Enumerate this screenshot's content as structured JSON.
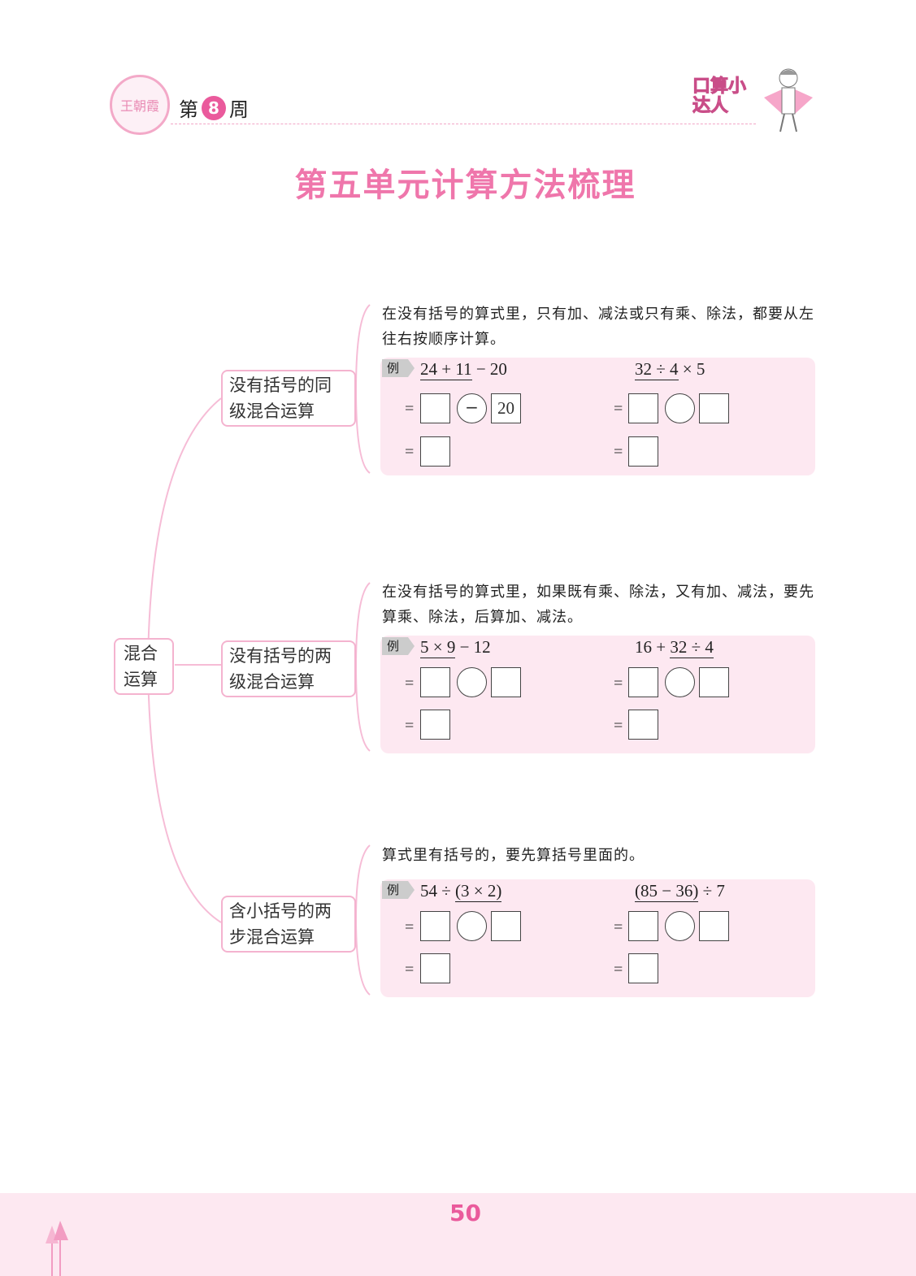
{
  "header": {
    "logo_text": "王朝霞",
    "week_prefix": "第",
    "week_number": "8",
    "week_suffix": "周",
    "brand": "口算小达人"
  },
  "title": "第五单元计算方法梳理",
  "root": "混合运算",
  "branches": [
    {
      "node": "没有括号的同级混合运算",
      "rule": "在没有括号的算式里，只有加、减法或只有乘、除法，都要从左往右按顺序计算。",
      "example_label": "例",
      "left": {
        "pre": "",
        "ul": "24 + 11",
        "post": " − 20",
        "op": "−",
        "b2": "20"
      },
      "right": {
        "pre": "",
        "ul": "32 ÷ 4",
        "post": " × 5",
        "op": "",
        "b2": ""
      }
    },
    {
      "node": "没有括号的两级混合运算",
      "rule": "在没有括号的算式里，如果既有乘、除法，又有加、减法，要先算乘、除法，后算加、减法。",
      "example_label": "例",
      "left": {
        "pre": "",
        "ul": "5 × 9",
        "post": " − 12",
        "op": "",
        "b2": ""
      },
      "right": {
        "pre": "16 + ",
        "ul": "32 ÷ 4",
        "post": "",
        "op": "",
        "b2": ""
      }
    },
    {
      "node": "含小括号的两步混合运算",
      "rule": "算式里有括号的，要先算括号里面的。",
      "example_label": "例",
      "left": {
        "pre": "54 ÷ ",
        "ul": "(3 × 2)",
        "post": "",
        "op": "",
        "b2": ""
      },
      "right": {
        "pre": "",
        "ul": "(85 − 36)",
        "post": " ÷ 7",
        "op": "",
        "b2": ""
      }
    }
  ],
  "eq": "=",
  "page_number": "50"
}
